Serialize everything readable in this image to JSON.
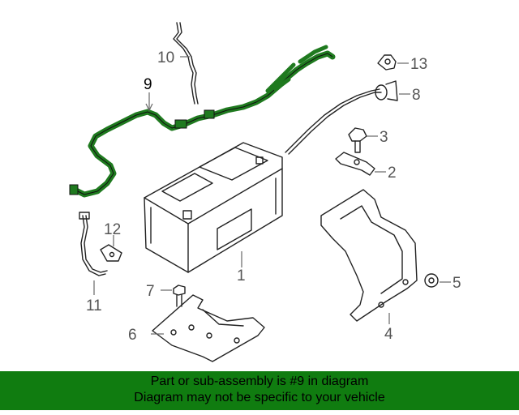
{
  "callouts": [
    {
      "id": "1",
      "text": "1"
    },
    {
      "id": "2",
      "text": "2"
    },
    {
      "id": "3",
      "text": "3"
    },
    {
      "id": "4",
      "text": "4"
    },
    {
      "id": "5",
      "text": "5"
    },
    {
      "id": "6",
      "text": "6"
    },
    {
      "id": "7",
      "text": "7"
    },
    {
      "id": "8",
      "text": "8"
    },
    {
      "id": "9",
      "text": "9"
    },
    {
      "id": "10",
      "text": "10"
    },
    {
      "id": "11",
      "text": "11"
    },
    {
      "id": "12",
      "text": "12"
    },
    {
      "id": "13",
      "text": "13"
    }
  ],
  "highlight": {
    "part": "9",
    "color": "#1f7a1f"
  },
  "footer": {
    "line1": "Part or sub-assembly is #9 in diagram",
    "line2": "Diagram may not be specific to your vehicle",
    "background": "#107c10"
  }
}
